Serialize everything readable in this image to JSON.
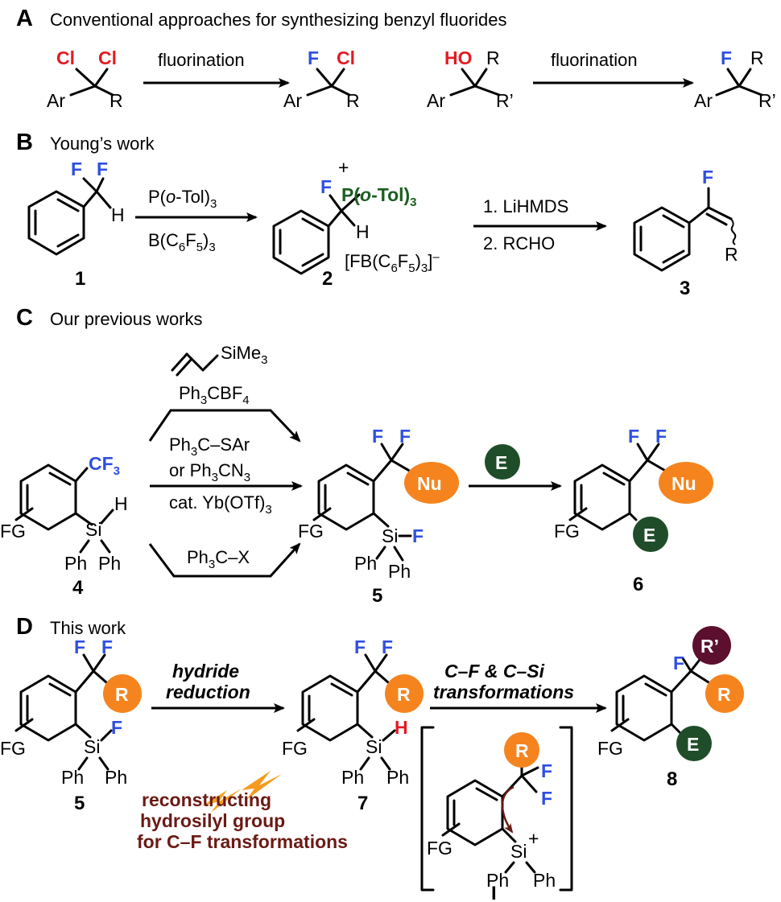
{
  "colors": {
    "blue": "#2f4fe0",
    "red": "#e31b23",
    "green": "#1b5e20",
    "orange": "#f5841f",
    "darkgreen": "#1f4d2a",
    "maroon": "#5c0f2e",
    "brown": "#6b1a14"
  },
  "sectionA": {
    "letter": "A",
    "title": "Conventional approaches for synthesizing benzyl fluorides",
    "arrow1_label": "fluorination",
    "arrow2_label": "fluorination",
    "atoms": {
      "cl": "Cl",
      "f": "F",
      "ho": "HO",
      "ar": "Ar",
      "r": "R",
      "rp": "R’"
    }
  },
  "sectionB": {
    "letter": "B",
    "title": "Young’s work",
    "reagent1_a": "P(",
    "reagent1_b": "o",
    "reagent1_c": "-Tol)",
    "reagent1_sub": "3",
    "reagent2_a": "B(C",
    "reagent2_s1": "6",
    "reagent2_b": "F",
    "reagent2_s2": "5",
    "reagent2_c": ")",
    "reagent2_s3": "3",
    "step1": "1. LiHMDS",
    "step2": "2. RCHO",
    "phos_a": "P(",
    "phos_b": "o",
    "phos_c": "-Tol)",
    "phos_sub": "3",
    "plus": "+",
    "anion_a": "[FB(C",
    "anion_s1": "6",
    "anion_b": "F",
    "anion_s2": "5",
    "anion_c": ")",
    "anion_s3": "3",
    "anion_d": "]",
    "anion_sup": "–",
    "h": "H",
    "f": "F",
    "r": "R",
    "labels": [
      "1",
      "2",
      "3"
    ]
  },
  "sectionC": {
    "letter": "C",
    "title": "Our previous works",
    "allyl_a": "SiMe",
    "allyl_sub": "3",
    "trityl_bf4_a": "Ph",
    "trityl_bf4_s1": "3",
    "trityl_bf4_b": "CBF",
    "trityl_bf4_s2": "4",
    "mid1_a": "Ph",
    "mid1_s": "3",
    "mid1_b": "C–SAr",
    "mid2_a": "or Ph",
    "mid2_s": "3",
    "mid2_b": "CN",
    "mid2_s2": "3",
    "mid3": "cat. Yb(OTf)",
    "mid3_sub": "3",
    "bottom_a": "Ph",
    "bottom_s": "3",
    "bottom_b": "C–X",
    "cf3_a": "CF",
    "cf3_s": "3",
    "si": "Si",
    "h": "H",
    "ph": "Ph",
    "fg": "FG",
    "f": "F",
    "nu": "Nu",
    "e": "E",
    "labels": [
      "4",
      "5",
      "6"
    ]
  },
  "sectionD": {
    "letter": "D",
    "title": "This work",
    "arrow1_line1": "hydride",
    "arrow1_line2": "reduction",
    "arrow2_line1": "C–F & C–Si",
    "arrow2_line2": "transformations",
    "note": [
      "reconstructing",
      "hydrosilyl group",
      "for C–F transformations"
    ],
    "r": "R",
    "rp": "R’",
    "e": "E",
    "si": "Si",
    "plus": "+",
    "h": "H",
    "f": "F",
    "ph": "Ph",
    "fg": "FG",
    "labels": [
      "5",
      "7",
      "8",
      "I"
    ]
  }
}
